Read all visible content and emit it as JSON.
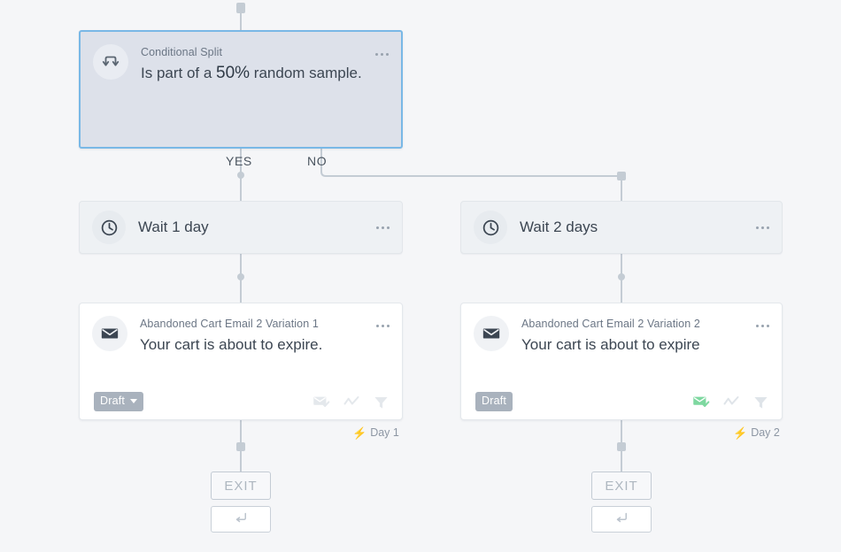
{
  "canvas": {
    "background": "#f5f6f8",
    "connector_color": "#c4ccd4",
    "selection_color": "#79b8e6"
  },
  "split_node": {
    "icon": "conditional-split-icon",
    "kicker": "Conditional Split",
    "sentence_prefix": "Is part of a ",
    "percent": "50%",
    "sentence_suffix": " random sample.",
    "menu": "kebab-menu"
  },
  "branches": {
    "yes_label": "YES",
    "no_label": "NO"
  },
  "wait_nodes": [
    {
      "icon": "clock-icon",
      "title": "Wait 1 day",
      "menu": "kebab-menu"
    },
    {
      "icon": "clock-icon",
      "title": "Wait 2 days",
      "menu": "kebab-menu"
    }
  ],
  "email_nodes": [
    {
      "icon": "envelope-icon",
      "kicker": "Abandoned Cart Email 2 Variation 1",
      "subject": "Your cart is about to expire.",
      "status_badge": {
        "label": "Draft",
        "has_caret": true,
        "color": "#a9b2bd"
      },
      "footer_icons": [
        {
          "name": "envelope-check-icon",
          "color": "#e4e8ec",
          "active": false
        },
        {
          "name": "analytics-zigzag-icon",
          "color": "#e4e8ec",
          "active": false
        },
        {
          "name": "filter-funnel-icon",
          "color": "#e4e8ec",
          "active": false
        }
      ],
      "menu": "kebab-menu",
      "day_label": "Day 1"
    },
    {
      "icon": "envelope-icon",
      "kicker": "Abandoned Cart Email 2 Variation 2",
      "subject": "Your cart is about to expire",
      "status_badge": {
        "label": "Draft",
        "has_caret": false,
        "color": "#a9b2bd"
      },
      "footer_icons": [
        {
          "name": "envelope-check-icon",
          "color": "#7ed8a0",
          "active": true
        },
        {
          "name": "analytics-zigzag-icon",
          "color": "#dfe4e9",
          "active": false
        },
        {
          "name": "filter-funnel-icon",
          "color": "#dfe4e9",
          "active": false
        }
      ],
      "menu": "kebab-menu",
      "day_label": "Day 2"
    }
  ],
  "exits": [
    {
      "label": "EXIT",
      "merge_icon": "merge-return-icon"
    },
    {
      "label": "EXIT",
      "merge_icon": "merge-return-icon"
    }
  ]
}
